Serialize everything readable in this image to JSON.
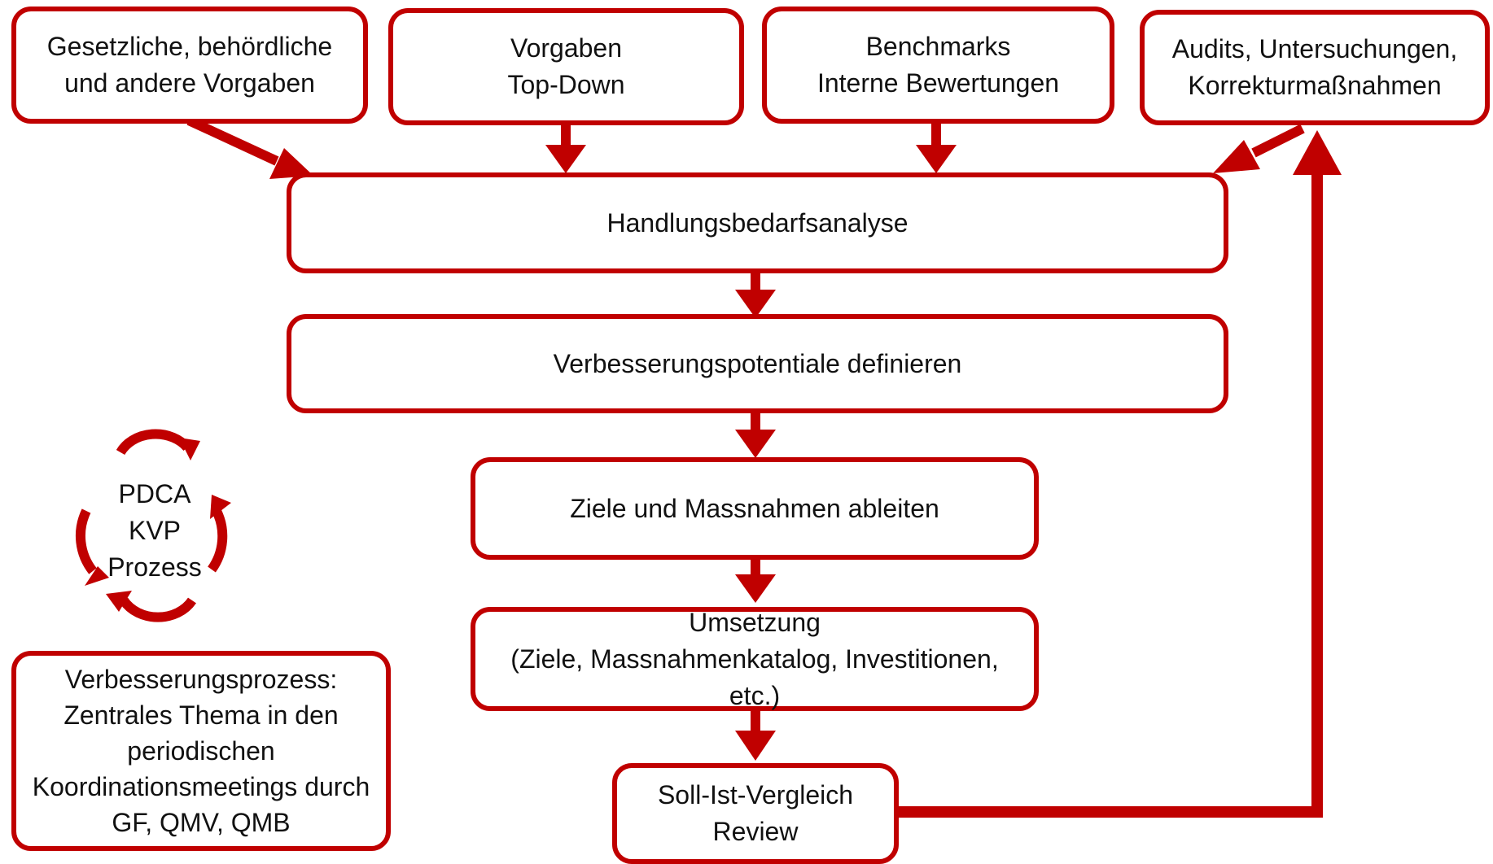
{
  "diagram": {
    "accent_color": "#c00000",
    "inputs": {
      "legal": [
        "Gesetzliche, behördliche",
        "und andere Vorgaben"
      ],
      "topdown": [
        "Vorgaben",
        "Top-Down"
      ],
      "benchmarks": [
        "Benchmarks",
        "Interne Bewertungen"
      ],
      "audits": [
        "Audits, Untersuchungen,",
        "Korrekturmaßnahmen"
      ]
    },
    "steps": {
      "analysis": "Handlungsbedarfsanalyse",
      "potentials": "Verbesserungspotentiale definieren",
      "goals": "Ziele und Massnahmen ableiten",
      "implementation": [
        "Umsetzung",
        "(Ziele, Massnahmenkatalog, Investitionen,",
        "etc.)"
      ],
      "review": [
        "Soll-Ist-Vergleich",
        "Review"
      ]
    },
    "pdca": [
      "PDCA",
      "KVP",
      "Prozess"
    ],
    "note": [
      "Verbesserungsprozess:",
      "Zentrales Thema in den",
      "periodischen",
      "Koordinationsmeetings durch",
      "GF, QMV, QMB"
    ]
  }
}
